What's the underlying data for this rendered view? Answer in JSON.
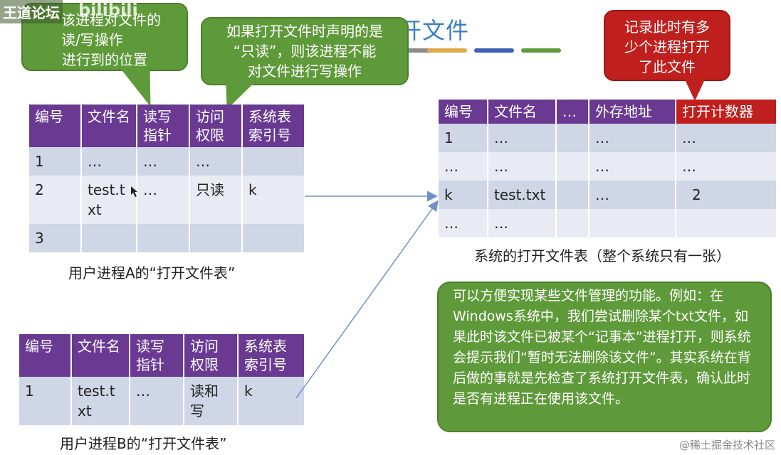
{
  "watermark": {
    "text": "王道论坛",
    "logo": "bilibili"
  },
  "title": "开文件",
  "deco_colors": [
    "#8c8c8c",
    "#e0a94a",
    "#3a62b4",
    "#5f9a3a"
  ],
  "bubbles": {
    "pointer_note": [
      "该进程对文件的读/写操作",
      "进行到的位置"
    ],
    "readonly_note": [
      "如果打开文件时声明的是",
      "“只读”，则该进程不能",
      "对文件进行写操作"
    ],
    "counter_note": [
      "记录此时有多",
      "少个进程打开",
      "了此文件"
    ]
  },
  "tableA": {
    "headers": [
      "编号",
      "文件名",
      "读写指针",
      "访问权限",
      "系统表索引号"
    ],
    "rows": [
      [
        "1",
        "…",
        "…",
        "…",
        ""
      ],
      [
        "2",
        "test.txt",
        "…",
        "只读",
        "k"
      ],
      [
        "3",
        "",
        "",
        "",
        ""
      ]
    ],
    "caption": "用户进程A的“打开文件表”"
  },
  "tableB": {
    "headers": [
      "编号",
      "文件名",
      "读写指针",
      "访问权限",
      "系统表索引号"
    ],
    "rows": [
      [
        "1",
        "test.txt",
        "…",
        "读和写",
        "k"
      ]
    ],
    "caption": "用户进程B的“打开文件表”"
  },
  "systemTable": {
    "headers": [
      "编号",
      "文件名",
      "…",
      "外存地址",
      "打开计数器"
    ],
    "rows": [
      [
        "1",
        "…",
        "",
        "…",
        "…"
      ],
      [
        "…",
        "…",
        "",
        "…",
        "…"
      ],
      [
        "k",
        "test.txt",
        "",
        "…",
        "2"
      ],
      [
        "…",
        "…",
        "",
        "",
        ""
      ]
    ],
    "caption": "系统的打开文件表（整个系统只有一张）"
  },
  "note": "可以方便实现某些文件管理的功能。例如：在Windows系统中，我们尝试删除某个txt文件，如果此时该文件已被某个“记事本”进程打开，则系统会提示我们“暂时无法删除该文件”。其实系统在背后做的事就是先检查了系统打开文件表，确认此时是否有进程正在使用该文件。",
  "credit": "@稀土掘金技术社区"
}
